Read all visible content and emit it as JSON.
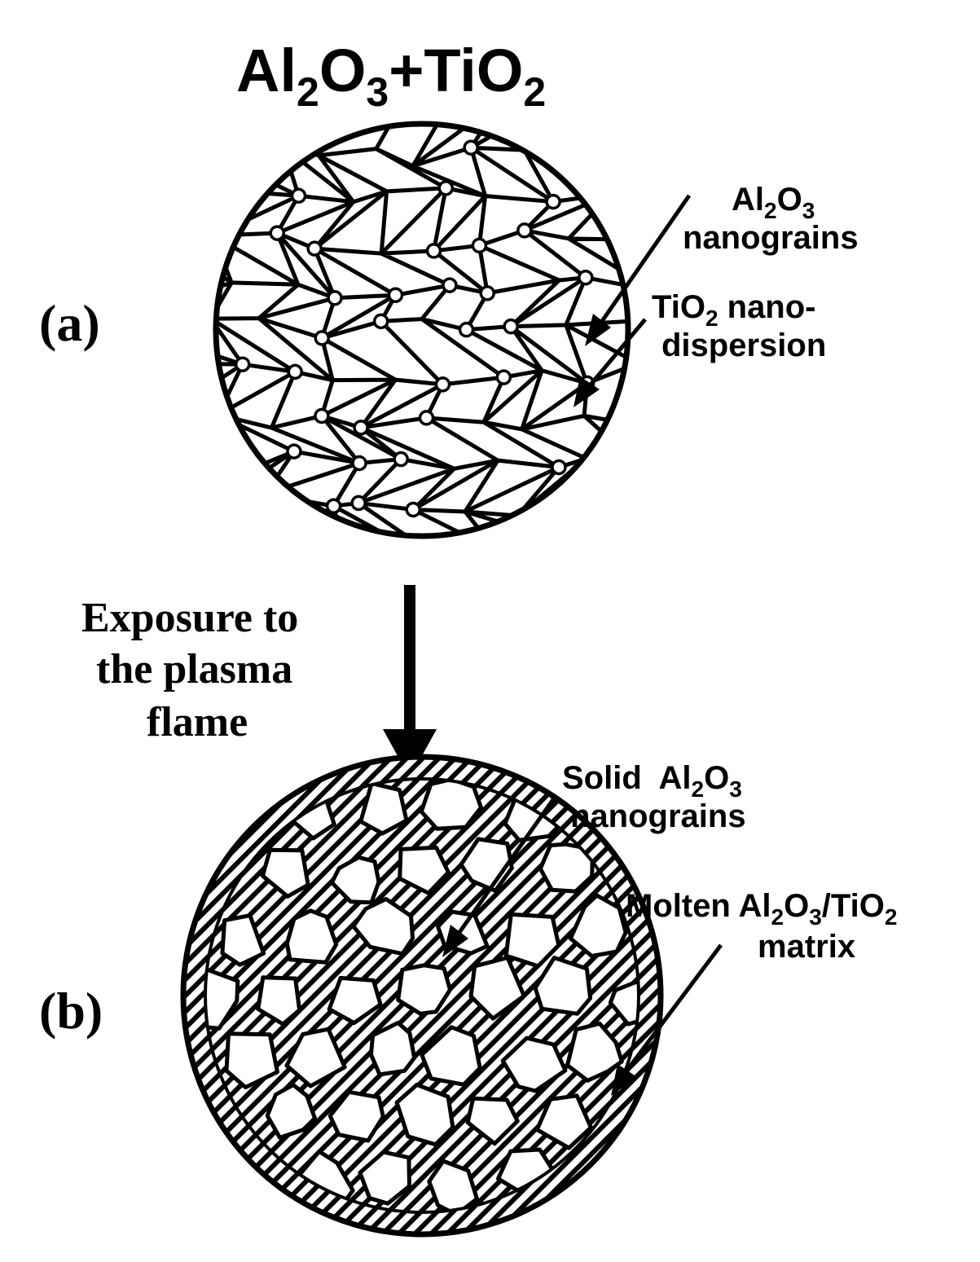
{
  "title": {
    "main": "Al",
    "sub1": "2",
    "mid": "O",
    "sub2": "3",
    "plus": "+TiO",
    "sub3": "2"
  },
  "panel_a": {
    "tag": "(a)",
    "label_grains": {
      "line1_main": "Al",
      "line1_sub1": "2",
      "line1_mid": "O",
      "line1_sub2": "3",
      "line2": "nanograins"
    },
    "label_dispersion": {
      "line1_main": "TiO",
      "line1_sub": "2",
      "line1_rest": " nano-",
      "line2": "dispersion"
    }
  },
  "process": {
    "line1": "Exposure to",
    "line2": "the plasma",
    "line3": "flame"
  },
  "panel_b": {
    "tag": "(b)",
    "label_solid": {
      "line1_main": "Solid  Al",
      "line1_sub1": "2",
      "line1_mid": "O",
      "line1_sub2": "3",
      "line2": "nanograins"
    },
    "label_molten": {
      "line1_main": "Molten Al",
      "line1_sub1": "2",
      "line1_mid": "O",
      "line1_sub2": "3",
      "line1_rest": "/TiO",
      "line1_sub3": "2",
      "line2": "matrix"
    }
  },
  "colors": {
    "ink": "#000000",
    "paper": "#ffffff"
  }
}
